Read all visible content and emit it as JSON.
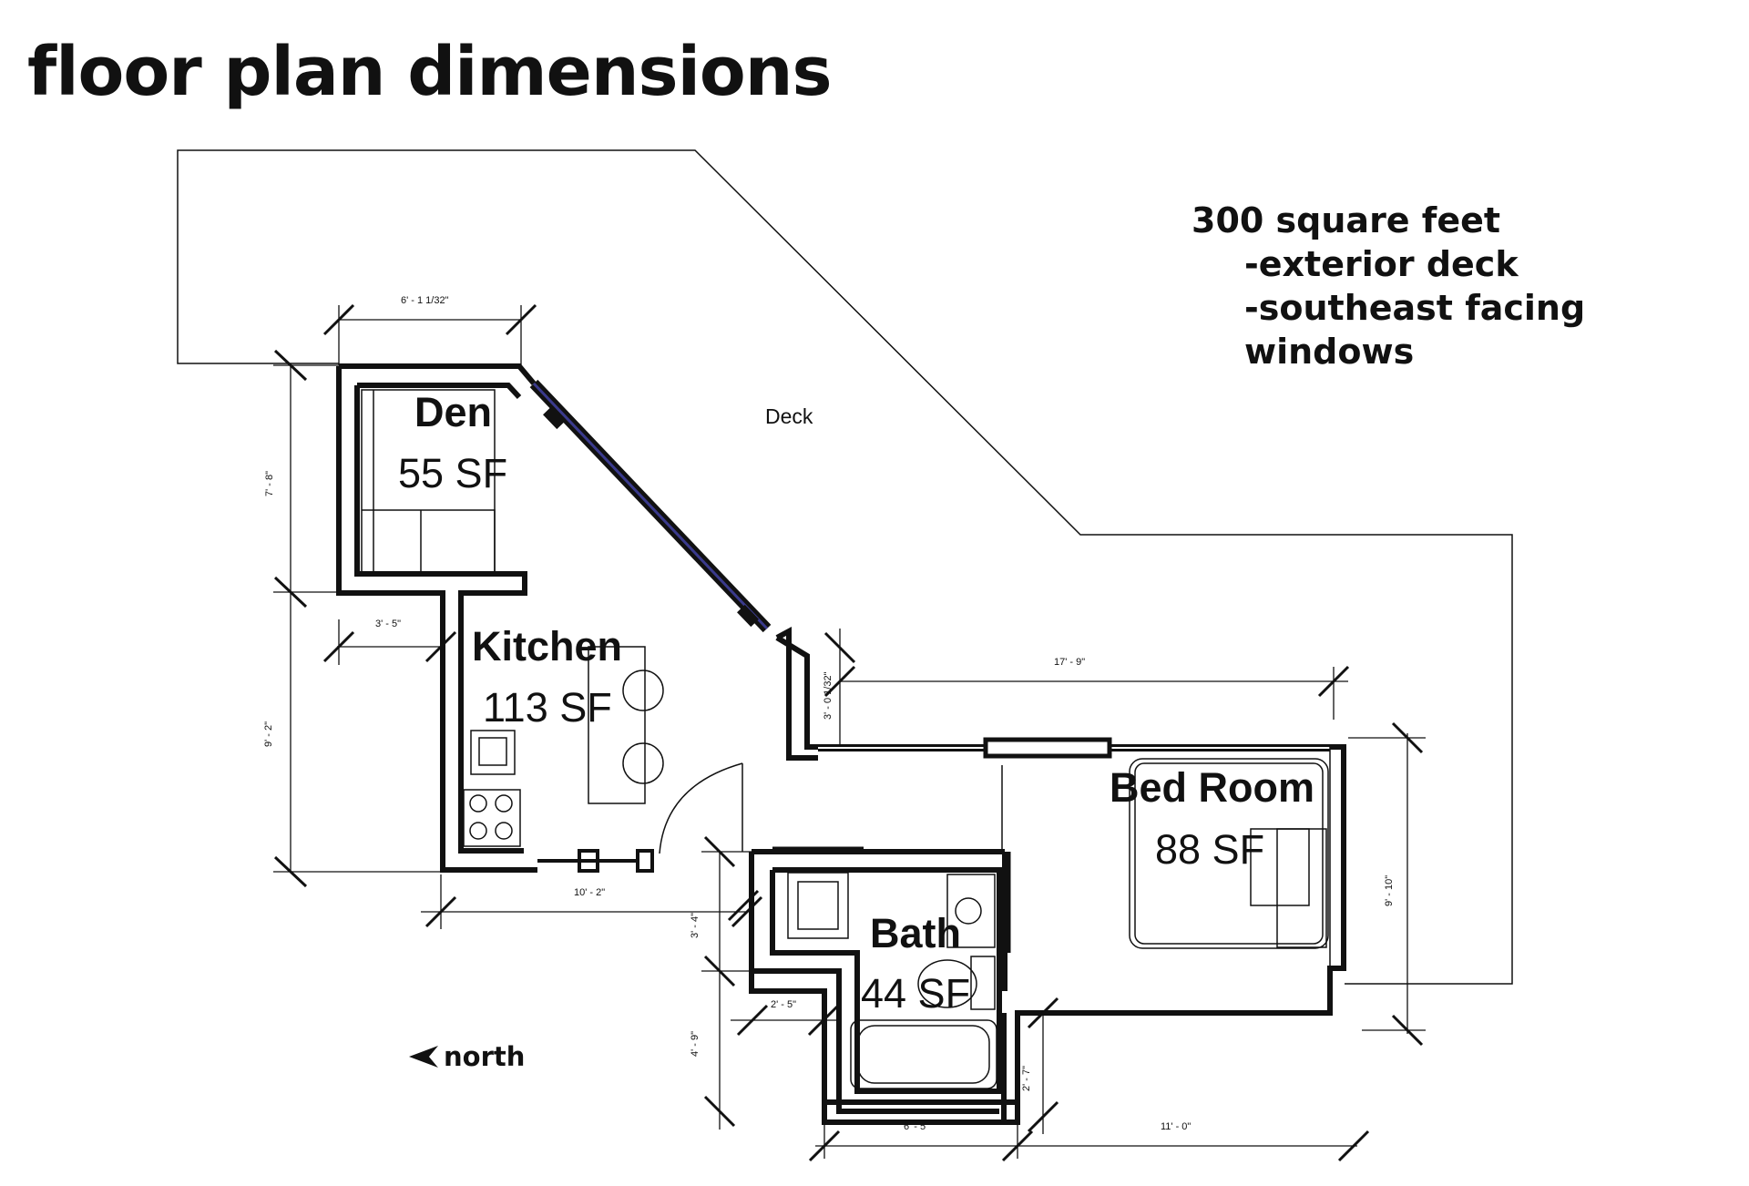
{
  "title": "floor plan dimensions",
  "notes": {
    "headline": "300 square feet",
    "items": [
      "-exterior deck",
      "-southeast facing windows"
    ]
  },
  "deck_label": "Deck",
  "rooms": {
    "den": {
      "name": "Den",
      "area": "55 SF"
    },
    "kitchen": {
      "name": "Kitchen",
      "area": "113 SF"
    },
    "bedroom": {
      "name": "Bed Room",
      "area": "88 SF"
    },
    "bath": {
      "name": "Bath",
      "area": "44 SF"
    }
  },
  "dimensions": {
    "den_width": "6' - 1 1/32\"",
    "den_height": "7' - 8\"",
    "kitchen_wing_width": "3' - 5\"",
    "kitchen_height": "9' - 2\"",
    "kitchen_width": "10' - 2\"",
    "bedroom_wall_length": "17' - 9\"",
    "corner_wall": "3' - 0 1/32\"",
    "bedroom_height": "9' - 10\"",
    "bath_upper_height": "3' - 4\"",
    "bath_wing_width": "2' - 5\"",
    "bath_lower_height": "4' - 9\"",
    "bath_step": "2' - 7\"",
    "bath_width": "6' - 5\"",
    "bedroom_width": "11' - 0\""
  },
  "compass": {
    "label": "north",
    "icon": "north-arrow-icon"
  },
  "colors": {
    "ink": "#111111",
    "window_glass": "#3a3a8c",
    "background": "#ffffff"
  }
}
